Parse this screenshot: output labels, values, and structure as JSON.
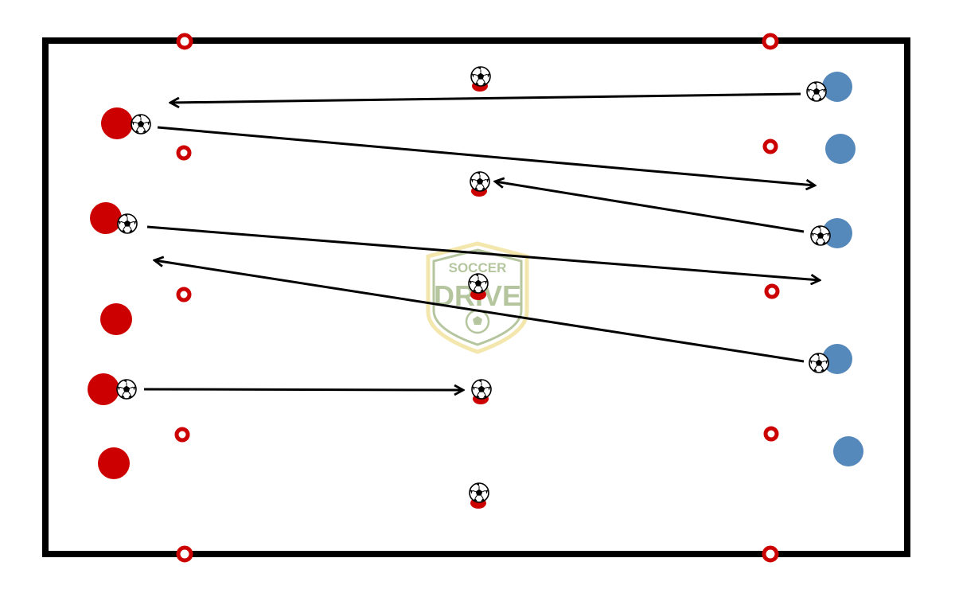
{
  "diagram": {
    "colors": {
      "field_line": "#000000",
      "red_team": "#cc0000",
      "blue_team": "#5588bb",
      "cone": "#cc0000",
      "arrow": "#000000",
      "logo_green": "#a9bd8f",
      "logo_yellow": "#f2e3a0"
    },
    "logo": {
      "line1": "SOCCER",
      "line2": "DRIVE",
      "icon": "soccer-drive-shield-logo"
    },
    "icons": {
      "ball": "soccer-ball-icon",
      "cone": "cone-marker-icon",
      "red_player": "red-player-icon",
      "blue_player": "blue-player-icon",
      "pass_arrow": "pass-arrow-icon"
    }
  }
}
